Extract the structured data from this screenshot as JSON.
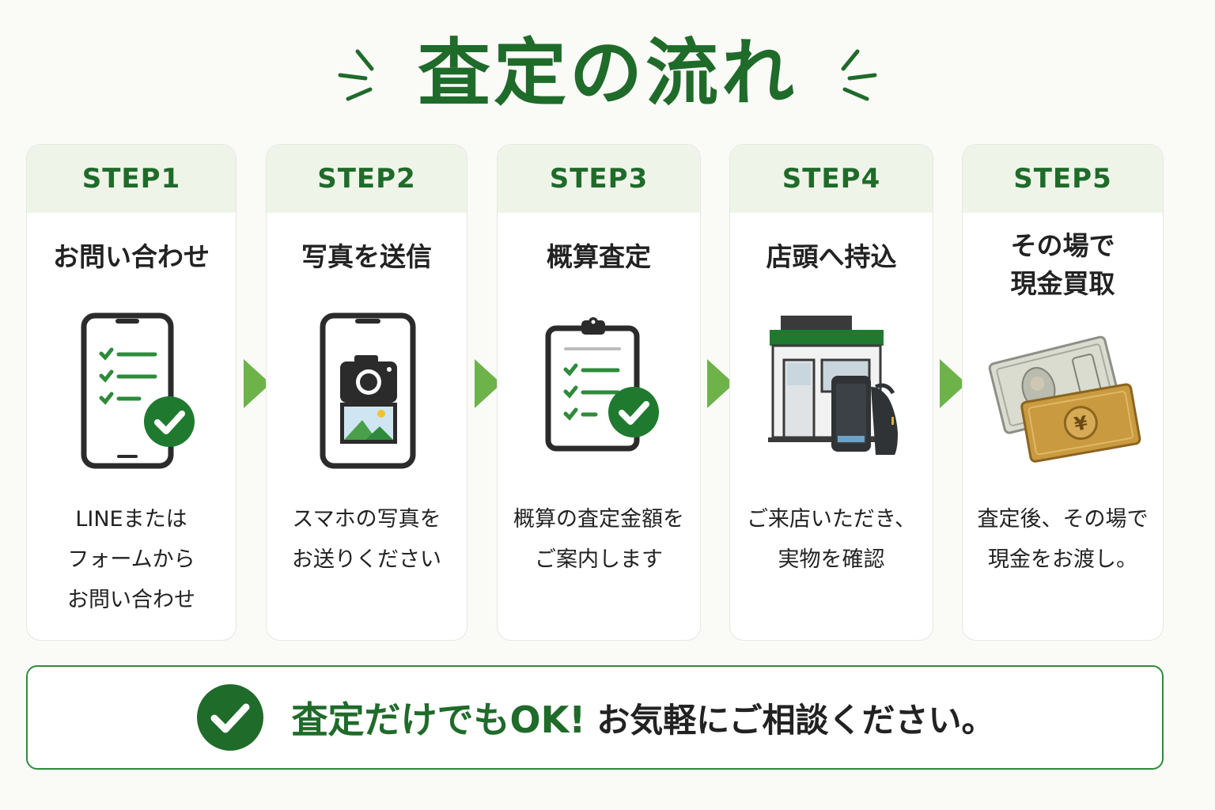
{
  "page": {
    "title": "査定の流れ",
    "accent_color": "#1f6b2a",
    "arrow_color": "#6db34a"
  },
  "steps": [
    {
      "label": "STEP1",
      "title": "お問い合わせ",
      "icon": "smartphone-checklist-icon",
      "description": [
        "LINEまたは",
        "フォームから",
        "お問い合わせ"
      ]
    },
    {
      "label": "STEP2",
      "title": "写真を送信",
      "icon": "smartphone-camera-icon",
      "description": [
        "スマホの写真を",
        "お送りください"
      ]
    },
    {
      "label": "STEP3",
      "title": "概算査定",
      "icon": "clipboard-check-icon",
      "description": [
        "概算の査定金額を",
        "ご案内します"
      ]
    },
    {
      "label": "STEP4",
      "title": "店頭へ持込",
      "icon": "store-icon",
      "description": [
        "ご来店いただき、",
        "実物を確認"
      ]
    },
    {
      "label": "STEP5",
      "title_lines": [
        "その場で",
        "現金買取"
      ],
      "icon": "cash-icon",
      "description": [
        "査定後、その場で",
        "現金をお渡し。"
      ]
    }
  ],
  "banner": {
    "icon": "check-circle-icon",
    "emphasis": "査定だけでもOK!",
    "text": "お気軽にご相談ください。"
  }
}
